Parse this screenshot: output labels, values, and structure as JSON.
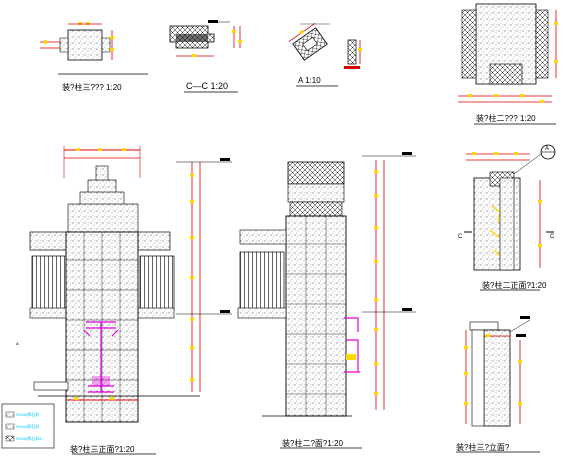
{
  "drawing": {
    "titles": {
      "t1": "装?柱三??? 1:20",
      "t2": "C—C 1:20",
      "t3": "A 1:10",
      "t4": "装?柱二??? 1:20",
      "t5": "装?柱三正面?1:20",
      "t6": "装?柱二?面?1:20",
      "t7": "装?柱二正面?1:20",
      "t8": "装?柱三?立面?"
    },
    "section_marks": {
      "c_left": "C",
      "c_right": "C",
      "a_mark": "A",
      "a_left": "A"
    },
    "legend": {
      "items": [
        "25mm厚石材",
        "25mm厚石材",
        "25mm厚石材A"
      ],
      "colors": [
        "#00c8ff",
        "#00c8ff",
        "#00c8ff"
      ]
    },
    "colors": {
      "dim_red": "#e00000",
      "marker_yellow": "#ffd800",
      "highlight_magenta": "#e000e0",
      "leader_cyan": "#00c8ff",
      "line_black": "#000000"
    }
  }
}
